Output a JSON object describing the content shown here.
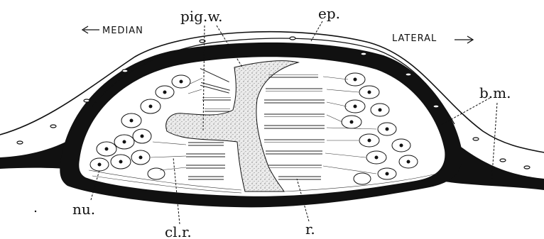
{
  "direction": {
    "median": "MEDIAN",
    "lateral": "LATERAL"
  },
  "labels": {
    "pig_w": "pig.w.",
    "ep": "ep.",
    "bm": "b.m.",
    "nu": "nu.",
    "clr": "cl.r.",
    "r": "r."
  },
  "colors": {
    "ink": "#111111",
    "paper": "#ffffff",
    "stipple": "#d8d8d8"
  }
}
